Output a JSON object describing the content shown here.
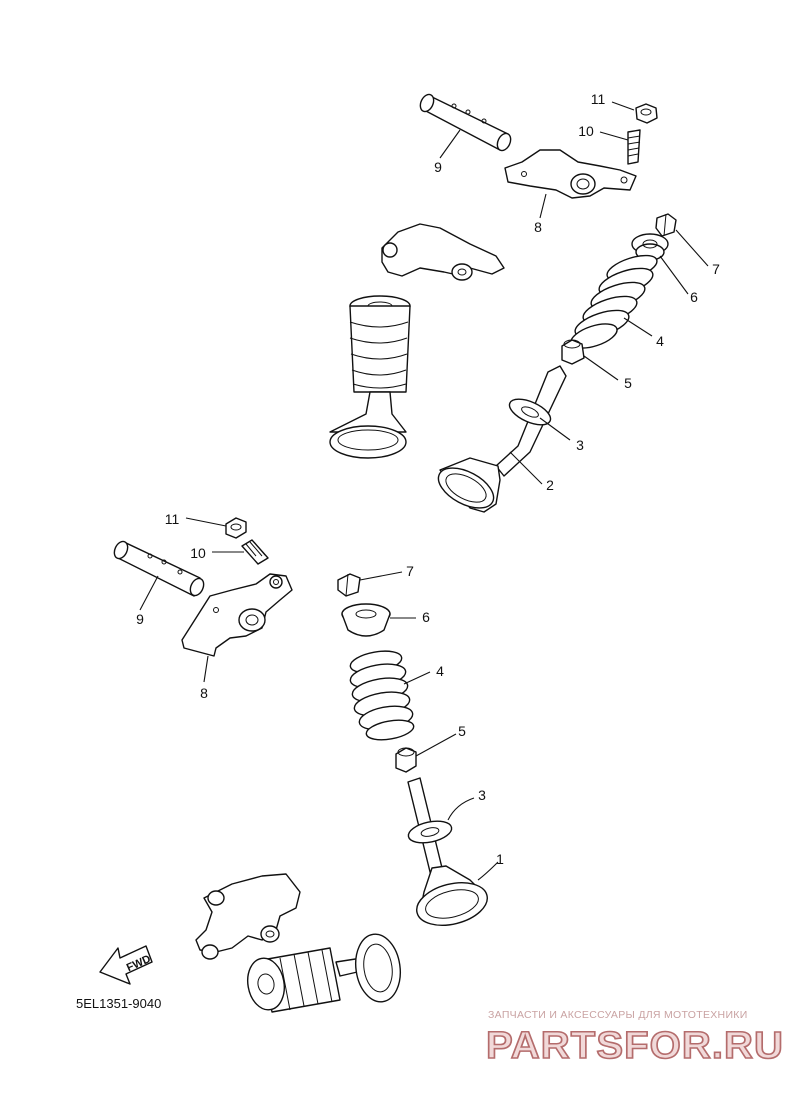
{
  "diagram": {
    "part_code": "5EL1351-9040",
    "direction_label": "FWD",
    "callouts_upper": {
      "p11": "11",
      "p10": "10",
      "p9": "9",
      "p8": "8",
      "p7": "7",
      "p6": "6",
      "p4": "4",
      "p5": "5",
      "p3": "3",
      "p2": "2"
    },
    "callouts_lower": {
      "p11": "11",
      "p10": "10",
      "p9": "9",
      "p8": "8",
      "p7": "7",
      "p6": "6",
      "p4": "4",
      "p5": "5",
      "p3": "3",
      "p1": "1"
    }
  },
  "watermark": {
    "tagline": "ЗАПЧАСТИ И АКСЕССУАРЫ ДЛЯ МОТОТЕХНИКИ",
    "brand": "PARTSFOR.RU",
    "color": "#b46c6c"
  }
}
